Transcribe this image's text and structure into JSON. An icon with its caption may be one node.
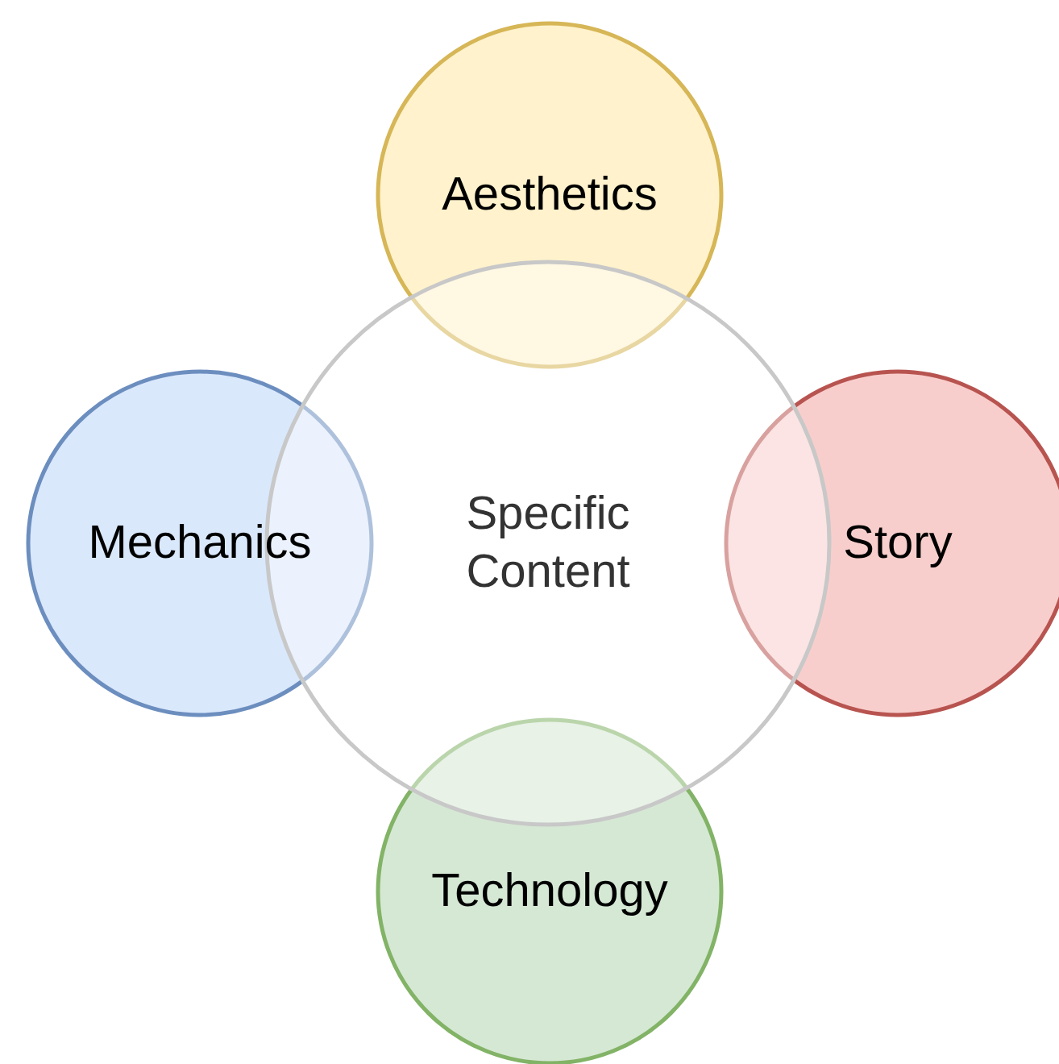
{
  "diagram": {
    "nodes": [
      {
        "text": [
          "Aesthetics"
        ]
      },
      {
        "text": [
          "Mechanics"
        ]
      },
      {
        "text": [
          "Specific Content"
        ]
      },
      {
        "text": [
          "Story"
        ]
      },
      {
        "text": [
          "Technology"
        ]
      }
    ]
  }
}
